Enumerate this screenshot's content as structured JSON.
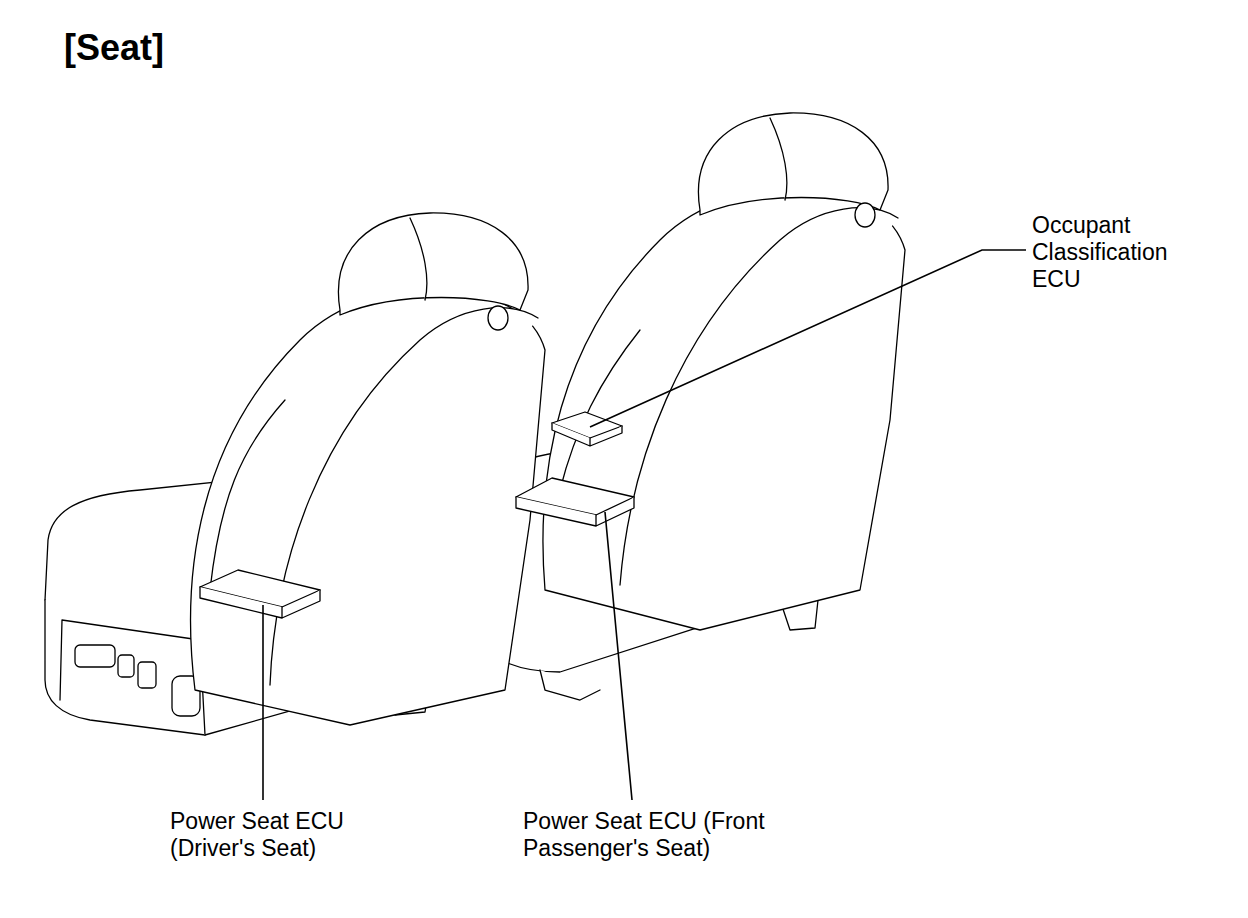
{
  "diagram": {
    "title": "[Seat]",
    "labels": [
      "Occupant Classification ECU",
      "Power Seat ECU (Driver's Seat)",
      "Power Seat ECU (Front Passenger's Seat)"
    ]
  }
}
